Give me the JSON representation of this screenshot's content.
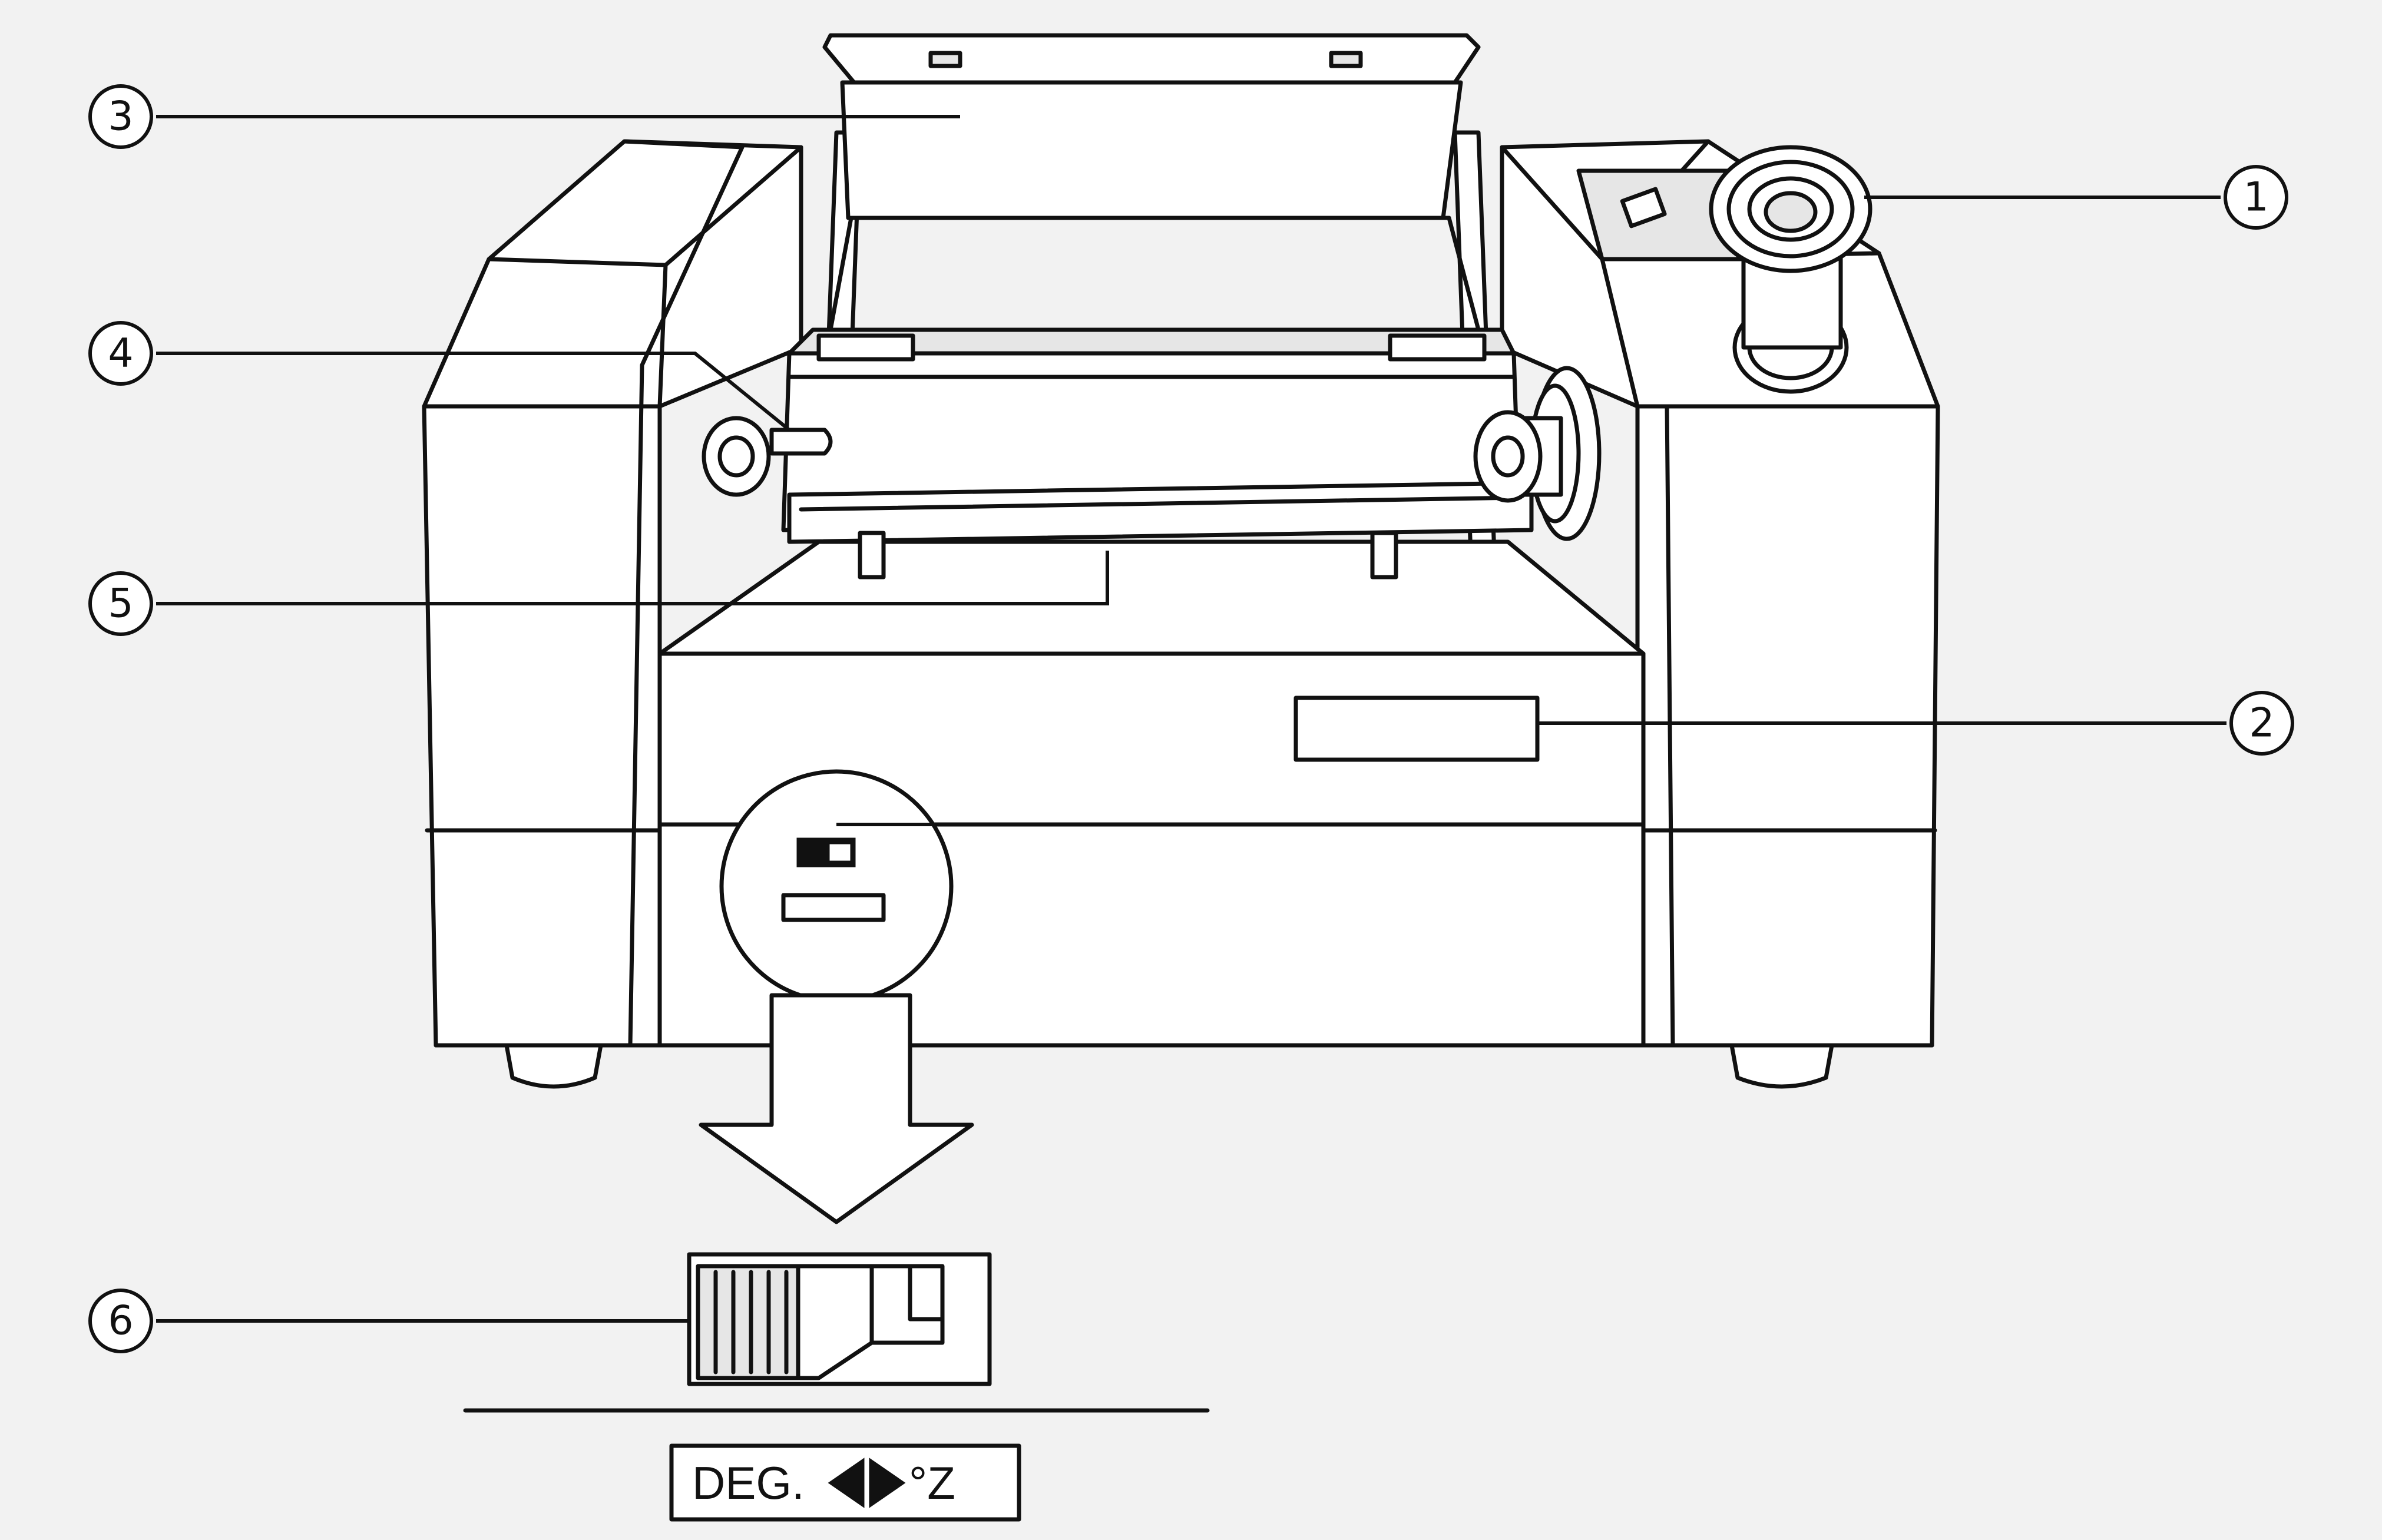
{
  "callouts": [
    {
      "id": "1",
      "label": "①"
    },
    {
      "id": "2",
      "label": "②"
    },
    {
      "id": "3",
      "label": "③"
    },
    {
      "id": "4",
      "label": "④"
    },
    {
      "id": "5",
      "label": "⑤"
    },
    {
      "id": "6",
      "label": "⑥"
    }
  ],
  "indicator_label": {
    "prefix": "DEG.",
    "suffix": "°Z"
  }
}
